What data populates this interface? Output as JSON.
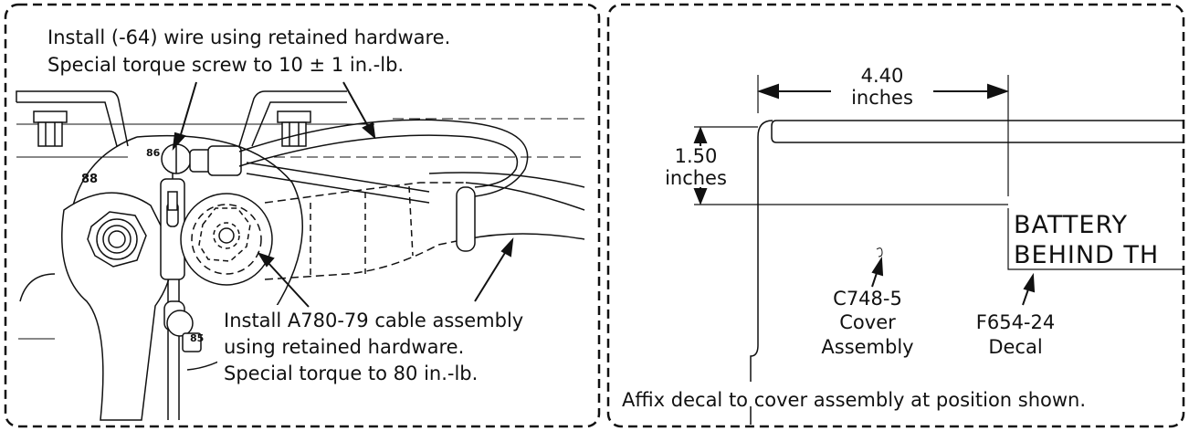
{
  "left_panel": {
    "note_top_line1": "Install (-64) wire using retained hardware.",
    "note_top_line2_prefix": "Special torque screw to 10",
    "note_top_line2_pm": "±",
    "note_top_line2_suffix": "1 in.-lb.",
    "note_bottom_line1": "Install A780-79 cable assembly",
    "note_bottom_line2": "using retained hardware.",
    "note_bottom_line3": "Special torque to 80 in.-lb.",
    "terminal_86": "86",
    "terminal_88": "88",
    "terminal_85": "85"
  },
  "right_panel": {
    "dim_width_value": "4.40",
    "dim_width_unit": "inches",
    "dim_height_value": "1.50",
    "dim_height_unit": "inches",
    "decal_line1": "BATTERY",
    "decal_line2": "BEHIND TH",
    "cover_part": "C748-5",
    "cover_name_line1": "Cover",
    "cover_name_line2": "Assembly",
    "decal_part": "F654-24",
    "decal_name": "Decal",
    "caption": "Affix decal to cover assembly at position shown."
  }
}
